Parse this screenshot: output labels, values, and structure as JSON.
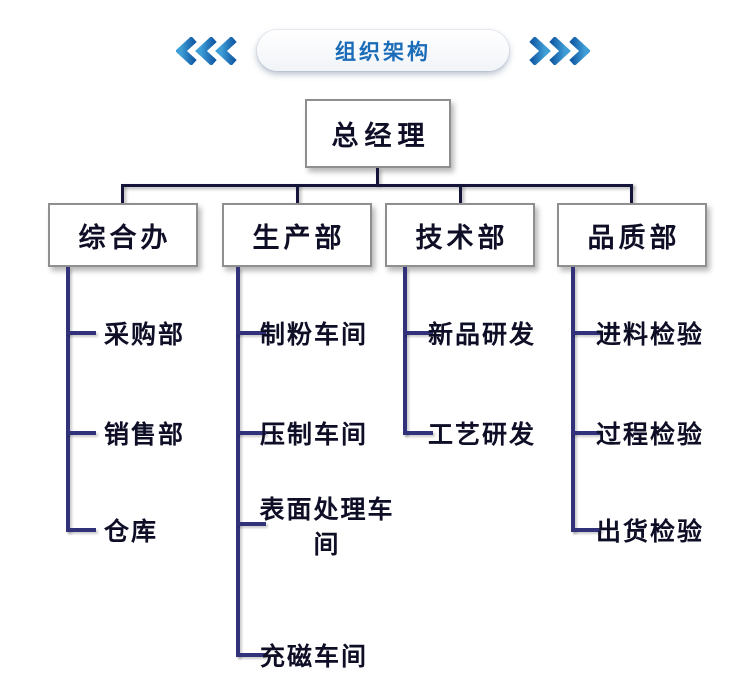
{
  "header": {
    "title": "组织架构",
    "icons": [
      "chevrons-left-icon",
      "chevrons-right-icon"
    ]
  },
  "org": {
    "root": "总经理",
    "departments": [
      {
        "name": "综合办",
        "children": [
          "采购部",
          "销售部",
          "仓库"
        ]
      },
      {
        "name": "生产部",
        "children": [
          "制粉车间",
          "压制车间",
          "表面处理车间",
          "充磁车间"
        ]
      },
      {
        "name": "技术部",
        "children": [
          "新品研发",
          "工艺研发"
        ]
      },
      {
        "name": "品质部",
        "children": [
          "进料检验",
          "过程检验",
          "出货检验"
        ]
      }
    ]
  },
  "colors": {
    "accent": "#1b6cb8",
    "text": "#0e0e26",
    "connector_line": "#15153a",
    "branch_line": "#32327a",
    "box_border": "#8f8f8f"
  }
}
